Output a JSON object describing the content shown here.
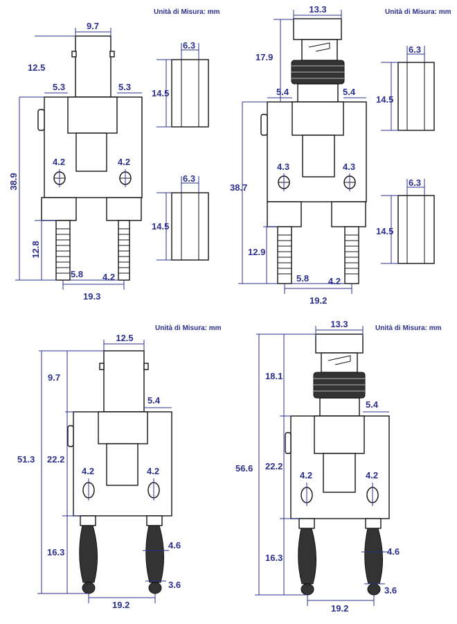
{
  "unit_label": "Unità di Misura: mm",
  "views": [
    {
      "id": "top-left",
      "dims": {
        "top_width": "9.7",
        "top_height": "12.5",
        "side_left": "5.3",
        "side_right": "5.3",
        "hole_left": "4.2",
        "hole_right": "4.2",
        "body_height": "38.9",
        "pin_height": "12.8",
        "pin_gap": "5.8",
        "pin_diam": "4.2",
        "pin_pitch": "19.3",
        "cap1_width": "6.3",
        "cap1_height": "14.5",
        "cap2_width": "6.3",
        "cap2_height": "14.5"
      }
    },
    {
      "id": "top-right",
      "dims": {
        "top_width": "13.3",
        "top_height": "17.9",
        "side_left": "5.4",
        "side_right": "5.4",
        "hole_left": "4.3",
        "hole_right": "4.3",
        "body_height": "38.7",
        "pin_height": "12.9",
        "pin_gap": "5.8",
        "pin_diam": "4.2",
        "pin_pitch": "19.2",
        "cap1_width": "6.3",
        "cap1_height": "14.5",
        "cap2_width": "6.3",
        "cap2_height": "14.5"
      }
    },
    {
      "id": "bottom-left",
      "dims": {
        "top_width": "12.5",
        "top_height": "9.7",
        "side_right": "5.4",
        "hole_left": "4.2",
        "hole_right": "4.2",
        "total_height": "51.3",
        "body_height": "22.2",
        "pin_height": "16.3",
        "pin_diam": "4.6",
        "tip_diam": "3.6",
        "pin_pitch": "19.2"
      }
    },
    {
      "id": "bottom-right",
      "dims": {
        "top_width": "13.3",
        "top_height": "18.1",
        "side_right": "5.4",
        "hole_left": "4.2",
        "hole_right": "4.2",
        "total_height": "56.6",
        "body_height": "22.2",
        "pin_height": "16.3",
        "pin_diam": "4.6",
        "tip_diam": "3.6",
        "pin_pitch": "19.2"
      }
    }
  ]
}
